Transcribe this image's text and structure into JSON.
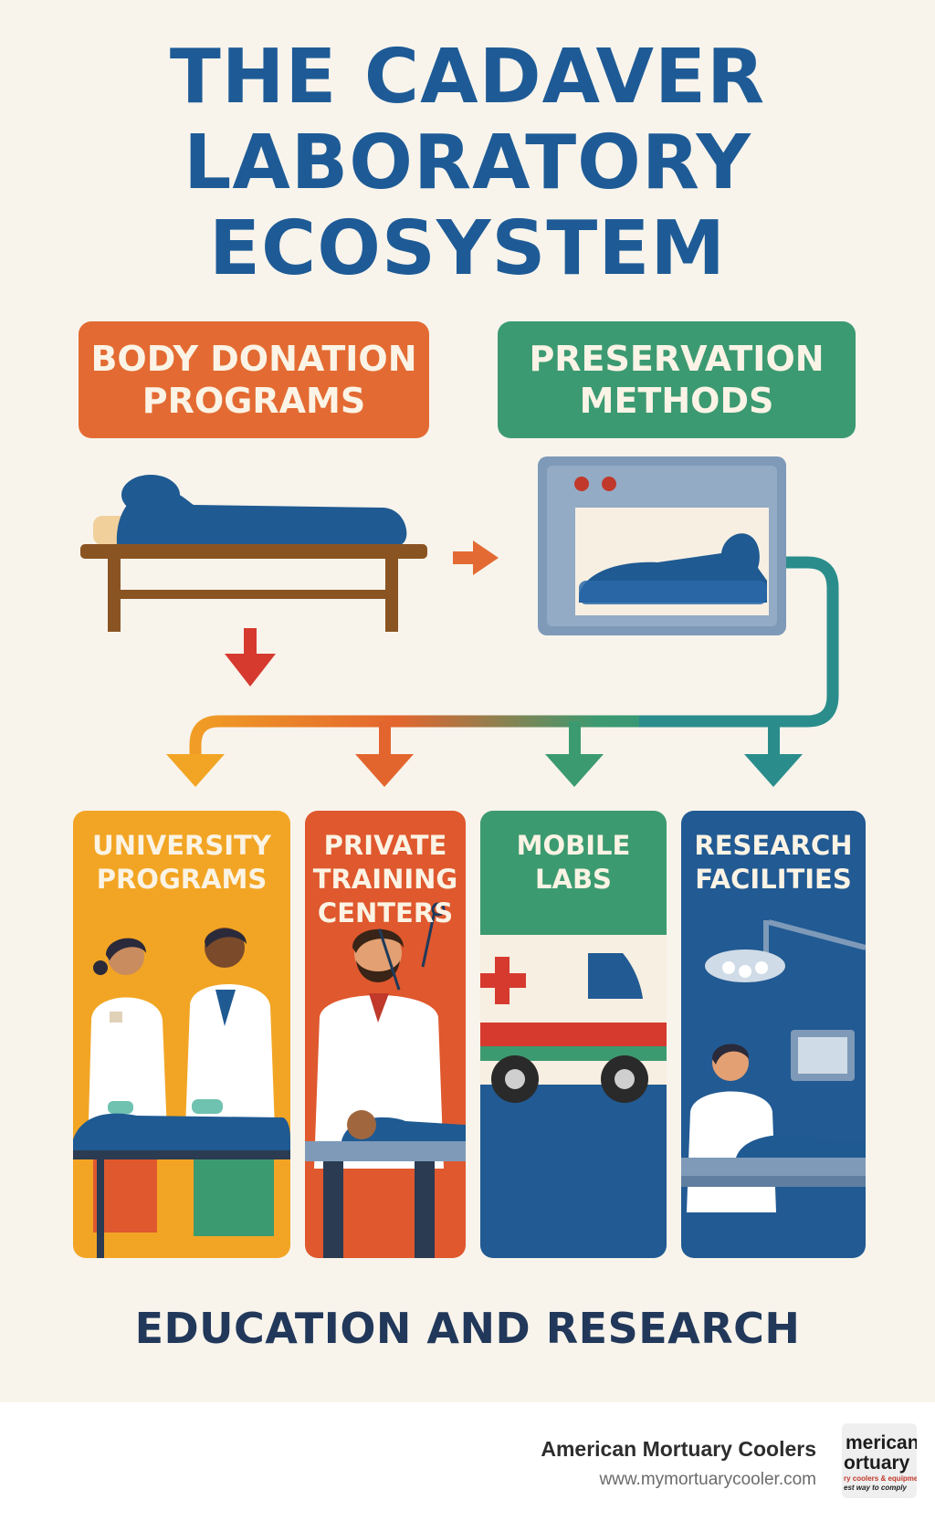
{
  "title": {
    "line1": "THE CADAVER",
    "line2": "LABORATORY",
    "line3": "ECOSYSTEM"
  },
  "top_boxes": {
    "donation": {
      "line1": "BODY DONATION",
      "line2": "PROGRAMS"
    },
    "preservation": {
      "line1": "PRESERVATION",
      "line2": "METHODS"
    }
  },
  "panels": [
    {
      "line1": "UNIVERSITY",
      "line2": "PROGRAMS",
      "line3": ""
    },
    {
      "line1": "PRIVATE",
      "line2": "TRAINING",
      "line3": "CENTERS"
    },
    {
      "line1": "MOBILE",
      "line2": "LABS",
      "line3": ""
    },
    {
      "line1": "RESEARCH",
      "line2": "FACILITIES",
      "line3": ""
    }
  ],
  "footer": "EDUCATION AND RESEARCH",
  "brand": {
    "name": "American Mortuary Coolers",
    "url": "www.mymortuarycooler.com",
    "logo_line1": "merican",
    "logo_line2": "ortuary",
    "logo_line3": "ry coolers & equipment",
    "logo_line4": "est way to comply"
  },
  "colors": {
    "title": "#1e5b96",
    "donation": "#e36b33",
    "preservation": "#3c9a72",
    "university": "#f2a524",
    "private": "#df582e",
    "mobile": "#3c9a70",
    "research": "#225a93"
  }
}
